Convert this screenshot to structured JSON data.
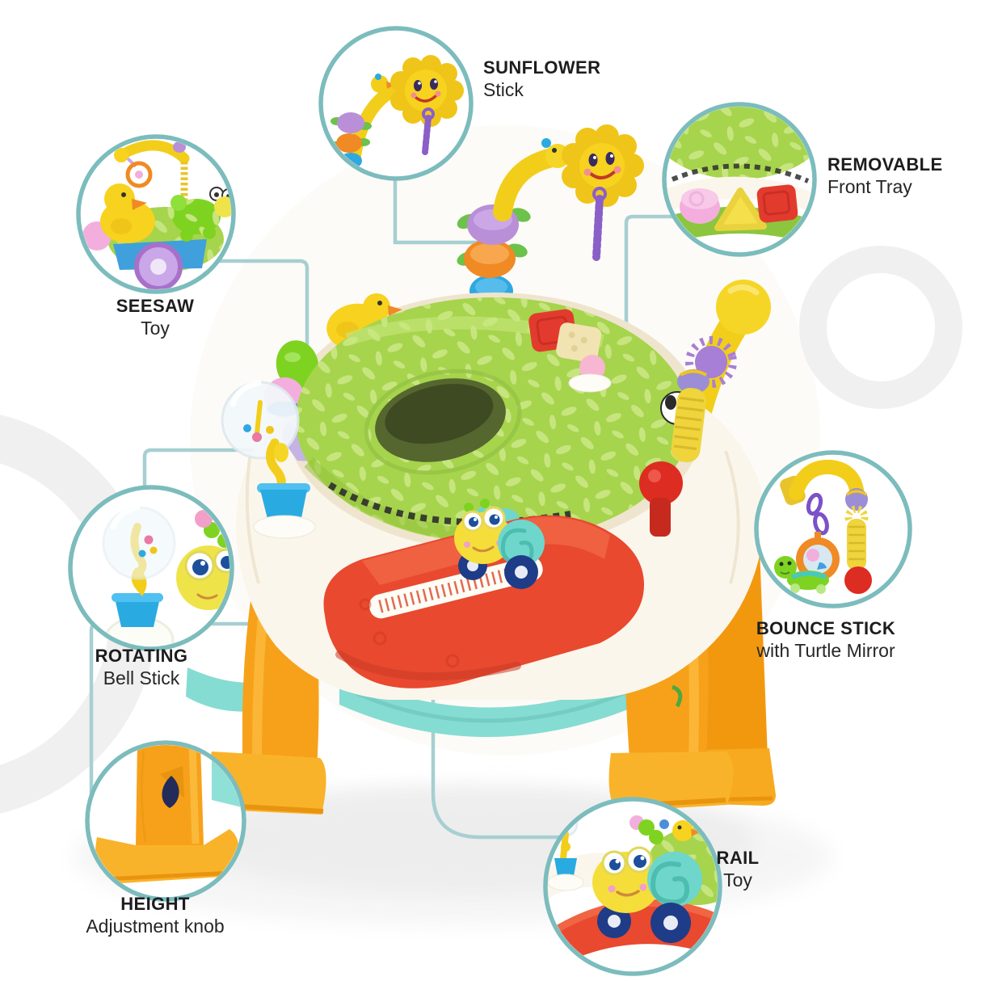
{
  "page": {
    "type": "product-feature-infographic",
    "product": "baby-activity-center-jumper",
    "background": "#ffffff"
  },
  "palette": {
    "callout_ring": "#7cbcbd",
    "connector_line": "#a6cfd1",
    "label_text": "#1d1d1f",
    "decor_ring_gray": "#f0f0f0",
    "seat_green": "#a6d44c",
    "leaf_light_green": "#c7e57f",
    "tray_red": "#e8492f",
    "leg_orange": "#f7a11a",
    "base_mint": "#85dcd2",
    "toy_yellow": "#f2ce1b",
    "toy_blue": "#29abe2",
    "toy_purple": "#b98fd8",
    "cream_base": "#fbf6ec"
  },
  "features": [
    {
      "id": "sunflower-stick",
      "title": "SUNFLOWER",
      "subtitle": "Stick"
    },
    {
      "id": "removable-front-tray",
      "title": "REMOVABLE",
      "subtitle": "Front Tray"
    },
    {
      "id": "seesaw-toy",
      "title": "SEESAW",
      "subtitle": "Toy"
    },
    {
      "id": "rotating-bell-stick",
      "title": "ROTATING",
      "subtitle": "Bell Stick"
    },
    {
      "id": "bounce-stick",
      "title": "BOUNCE STICK",
      "subtitle": "with Turtle Mirror"
    },
    {
      "id": "height-adjustment-knob",
      "title": "HEIGHT",
      "subtitle": "Adjustment knob"
    },
    {
      "id": "rail-toy",
      "title": "RAIL",
      "subtitle": "Toy"
    }
  ]
}
